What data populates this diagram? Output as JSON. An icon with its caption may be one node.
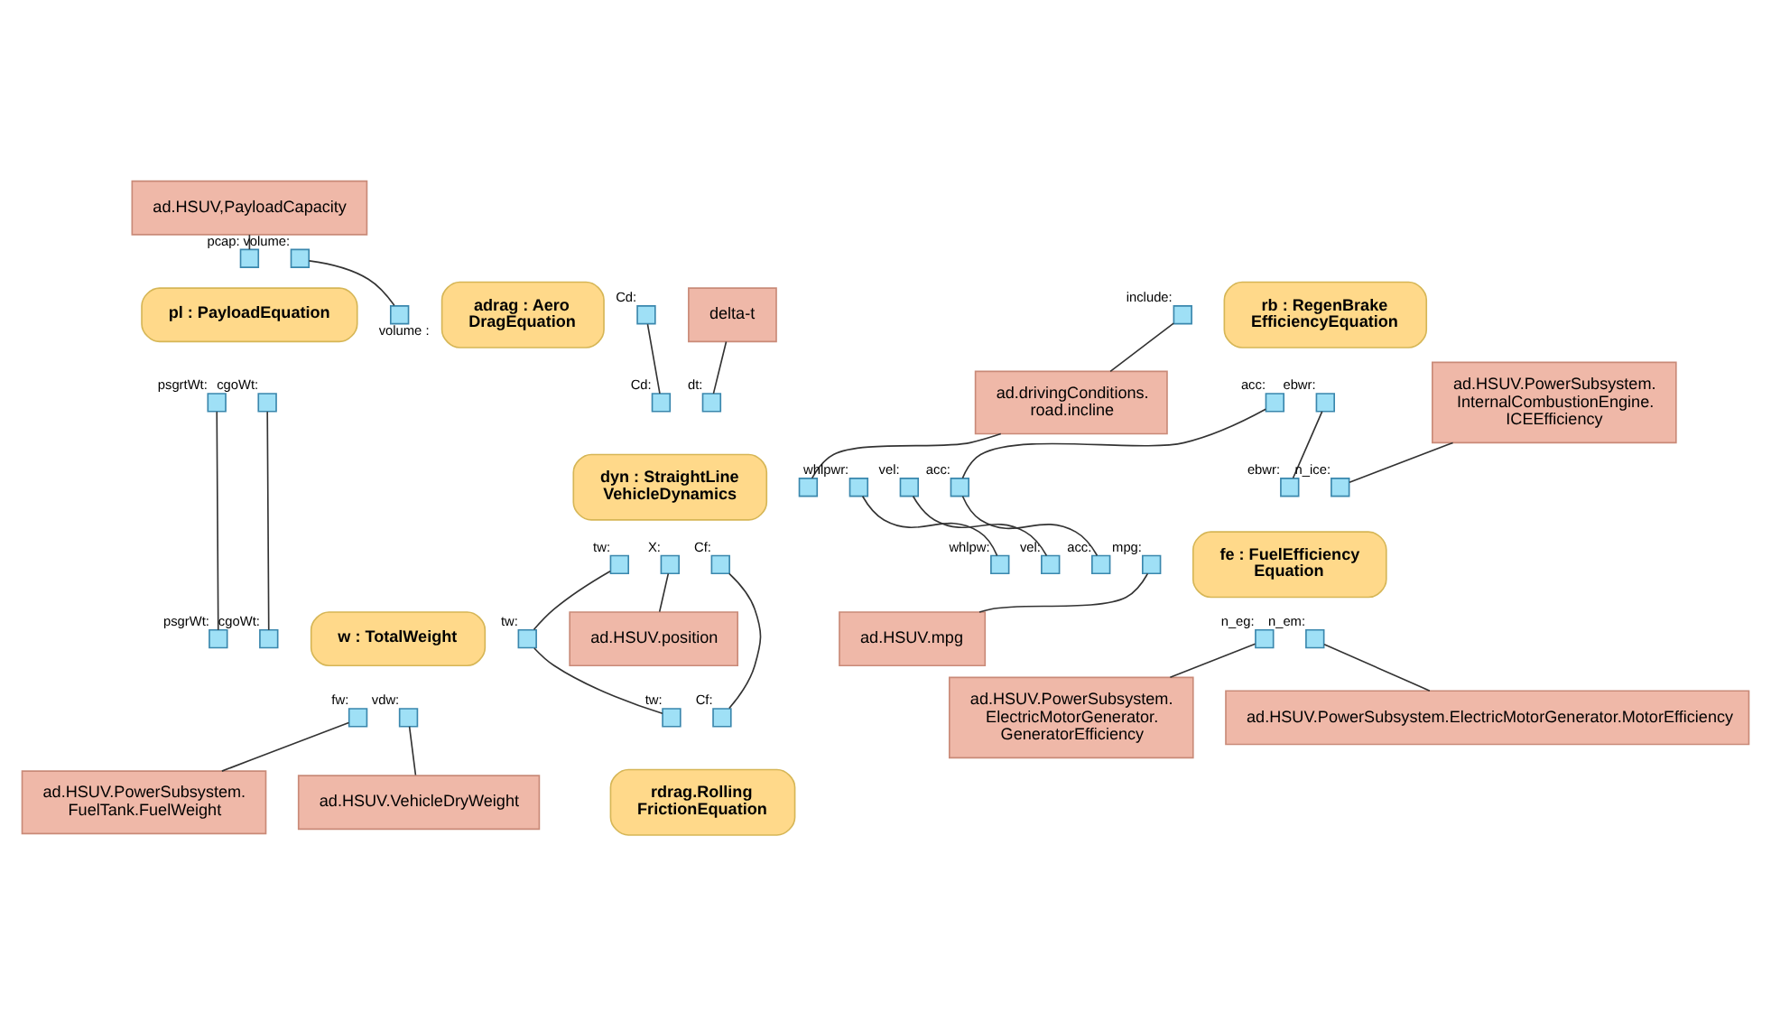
{
  "diagram": {
    "nodes": [
      {
        "text": [
          "delta-t"
        ]
      },
      {
        "text": [
          "rb : RegenBrake EfficiencyEquation"
        ]
      },
      {
        "text": [],
        "shape": "box",
        "beside": [
          "include:"
        ]
      },
      {
        "text": [],
        "shape": "box",
        "beside": [
          "acc:"
        ]
      },
      {
        "text": [],
        "shape": "box",
        "beside": [
          "ebwr:"
        ]
      },
      {
        "text": [
          "ad.HSUV,PayloadCapacity"
        ]
      },
      {
        "text": [
          "ad.HSUV.PowerSubsystem. InternalCombustionEngine. ICEEfficiency"
        ]
      },
      {
        "text": [
          "adrag : Aero DragEquation"
        ]
      },
      {
        "text": [],
        "shape": "box",
        "beside": [
          "volume :"
        ]
      },
      {
        "text": [],
        "shape": "box",
        "beside": [
          "Cd:"
        ]
      },
      {
        "text": [
          "pl : PayloadEquation"
        ]
      },
      {
        "text": [],
        "shape": "box",
        "beside": [
          "pcap:"
        ]
      },
      {
        "text": [],
        "shape": "box",
        "beside": [
          "volume:"
        ]
      },
      {
        "text": [],
        "shape": "box",
        "beside": [
          "psgrtWt:"
        ]
      },
      {
        "text": [],
        "shape": "box",
        "beside": [
          "cgoWt:"
        ]
      },
      {
        "text": [
          "ad.drivingConditions. road.incline"
        ]
      },
      {
        "text": [
          "dyn : StraightLine VehicleDynamics"
        ]
      },
      {
        "text": [],
        "shape": "box",
        "beside": [
          "Cd:"
        ]
      },
      {
        "text": [],
        "shape": "box",
        "beside": [
          "dt:"
        ]
      },
      {
        "text": [],
        "shape": "box"
      },
      {
        "text": [],
        "shape": "box",
        "beside": [
          "acc:"
        ]
      },
      {
        "text": [],
        "shape": "box",
        "beside": [
          "vel:"
        ]
      },
      {
        "text": [],
        "shape": "box",
        "beside": [
          "whlpwr:"
        ]
      },
      {
        "text": [],
        "shape": "box",
        "beside": [
          "tw:"
        ]
      },
      {
        "text": [],
        "shape": "box",
        "beside": [
          "Cf:"
        ]
      },
      {
        "text": [],
        "shape": "box",
        "beside": [
          "X:"
        ]
      },
      {
        "text": [
          "fe : FuelEfficiency Equation"
        ]
      },
      {
        "text": [],
        "shape": "box",
        "beside": [
          "ebwr:"
        ]
      },
      {
        "text": [],
        "shape": "box",
        "beside": [
          "n_ice:"
        ]
      },
      {
        "text": [],
        "shape": "box",
        "beside": [
          "acc:"
        ]
      },
      {
        "text": [],
        "shape": "box",
        "beside": [
          "vel:"
        ]
      },
      {
        "text": [],
        "shape": "box",
        "beside": [
          "whlpw:"
        ]
      },
      {
        "text": [],
        "shape": "box",
        "beside": [
          "mpg:"
        ]
      },
      {
        "text": [],
        "shape": "box",
        "beside": [
          "n_eg:"
        ]
      },
      {
        "text": [],
        "shape": "box",
        "beside": [
          "n_em:"
        ]
      },
      {
        "text": [
          "ad.HSUV.position"
        ]
      },
      {
        "text": [
          "w : TotalWeight"
        ]
      },
      {
        "text": [],
        "shape": "box",
        "beside": [
          "cgoWt:"
        ]
      },
      {
        "text": [],
        "shape": "box",
        "beside": [
          "psgrWt:"
        ]
      },
      {
        "text": [],
        "shape": "box",
        "beside": [
          "tw:"
        ]
      },
      {
        "text": [],
        "shape": "box",
        "beside": [
          "vdw:"
        ]
      },
      {
        "text": [],
        "shape": "box",
        "beside": [
          "fw:"
        ]
      },
      {
        "text": [
          "ad.HSUV.PowerSubsystem. ElectricMotorGenerator. GeneratorEfficiency"
        ]
      },
      {
        "text": [
          "rdrag.Rolling FrictionEquation"
        ]
      },
      {
        "text": [],
        "shape": "box",
        "beside": [
          "tw:"
        ]
      },
      {
        "text": [],
        "shape": "box",
        "beside": [
          "Cf:"
        ]
      },
      {
        "text": [
          "ad.HSUV.PowerSubsystem.ElectricMotorGenerator.MotorEfficiency"
        ]
      },
      {
        "text": [
          "ad.HSUV.VehicleDryWeight"
        ]
      },
      {
        "text": [
          "ad.HSUV.PowerSubsystem. FuelTank.FuelWeight"
        ]
      },
      {
        "text": [
          "ad.HSUV.mpg"
        ]
      }
    ],
    "edges": [
      {
        "from": 5,
        "to": 11,
        "arrow": "none"
      },
      {
        "from": 12,
        "to": 8,
        "arrow": "none"
      },
      {
        "from": 9,
        "to": 17,
        "arrow": "none"
      },
      {
        "from": 0,
        "to": 18,
        "arrow": "none"
      },
      {
        "from": 2,
        "to": 15,
        "arrow": "none"
      },
      {
        "from": 15,
        "to": 19,
        "arrow": "none"
      },
      {
        "from": 3,
        "to": 20,
        "arrow": "none"
      },
      {
        "from": 20,
        "to": 29,
        "arrow": "none"
      },
      {
        "from": 4,
        "to": 27,
        "arrow": "none"
      },
      {
        "from": 6,
        "to": 28,
        "arrow": "none"
      },
      {
        "from": 21,
        "to": 30,
        "arrow": "none"
      },
      {
        "from": 22,
        "to": 31,
        "arrow": "none"
      },
      {
        "from": 32,
        "to": 49,
        "arrow": "none"
      },
      {
        "from": 33,
        "to": 42,
        "arrow": "none"
      },
      {
        "from": 34,
        "to": 46,
        "arrow": "none"
      },
      {
        "from": 25,
        "to": 35,
        "arrow": "none"
      },
      {
        "from": 24,
        "to": 45,
        "arrow": "none"
      },
      {
        "from": 23,
        "to": 39,
        "arrow": "none"
      },
      {
        "from": 39,
        "to": 44,
        "arrow": "none"
      },
      {
        "from": 14,
        "to": 37,
        "arrow": "none"
      },
      {
        "from": 13,
        "to": 38,
        "arrow": "none"
      },
      {
        "from": 40,
        "to": 47,
        "arrow": "none"
      },
      {
        "from": 41,
        "to": 48,
        "arrow": "none"
      }
    ]
  }
}
